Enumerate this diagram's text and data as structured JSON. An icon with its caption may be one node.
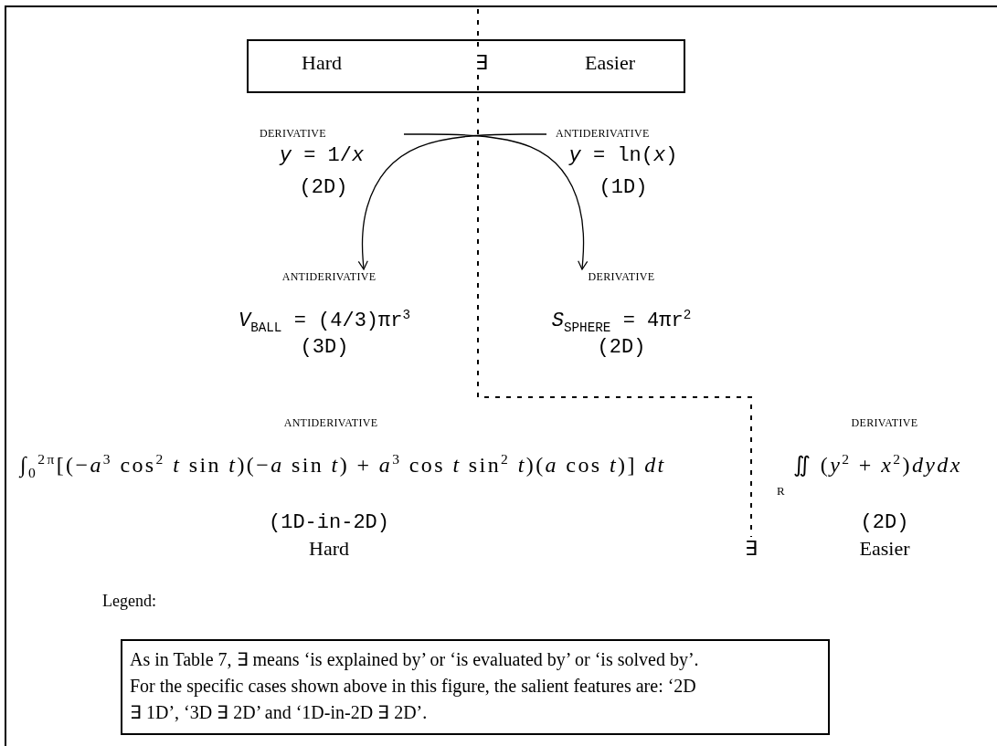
{
  "diagram": {
    "nodes": [
      {
        "text": [
          "Hard",
          "∃",
          "Easier"
        ]
      },
      {
        "text": [
          "DERIVATIVE",
          "*y* = 1/*x*",
          "(2D)"
        ]
      },
      {
        "text": [
          "ANTIDERIVATIVE",
          "*y* = ln(*x*)",
          "(1D)"
        ]
      },
      {
        "text": [
          "ANTIDERIVATIVE",
          "*V*$_{BALL}$ = (4/3)πr$^{3}$",
          "(3D)"
        ]
      },
      {
        "text": [
          "DERIVATIVE",
          "*S*$_{SPHERE}$ = 4πr$^{2}$",
          "(2D)"
        ]
      },
      {
        "text": [
          "Legend:",
          "As in Table 7, ∃ means ‘is explained by’ or ‘is evaluated by’ or ‘is solved by’. For the specific cases shown above in this figure, the salient features are: ‘2D ∃ 1D’, ‘3D ∃ 2D’ and ‘1D-in-2D ∃ 2D’."
        ]
      }
    ],
    "edges": [
      {
        "from": 1,
        "to": 4,
        "arrow": "to"
      },
      {
        "from": 2,
        "to": 3,
        "arrow": "to"
      }
    ],
    "labels": [
      "ANTIDERIVATIVE",
      "DERIVATIVE",
      "∫$_{0}$$^{2π}$[(−*a*$^{3}$ cos$^{2}$ *t* sin *t*)(−*a* sin *t*) + *a*$^{3}$ cos *t* sin$^{2}$ *t*)(*a* cos *t*)] *dt*",
      "∬ (*y*$^{2}$ + *x*$^{2}$)*dydx*",
      "R",
      "(1D-in-2D)",
      "(2D)",
      "Hard",
      "∃",
      "Easier"
    ]
  }
}
